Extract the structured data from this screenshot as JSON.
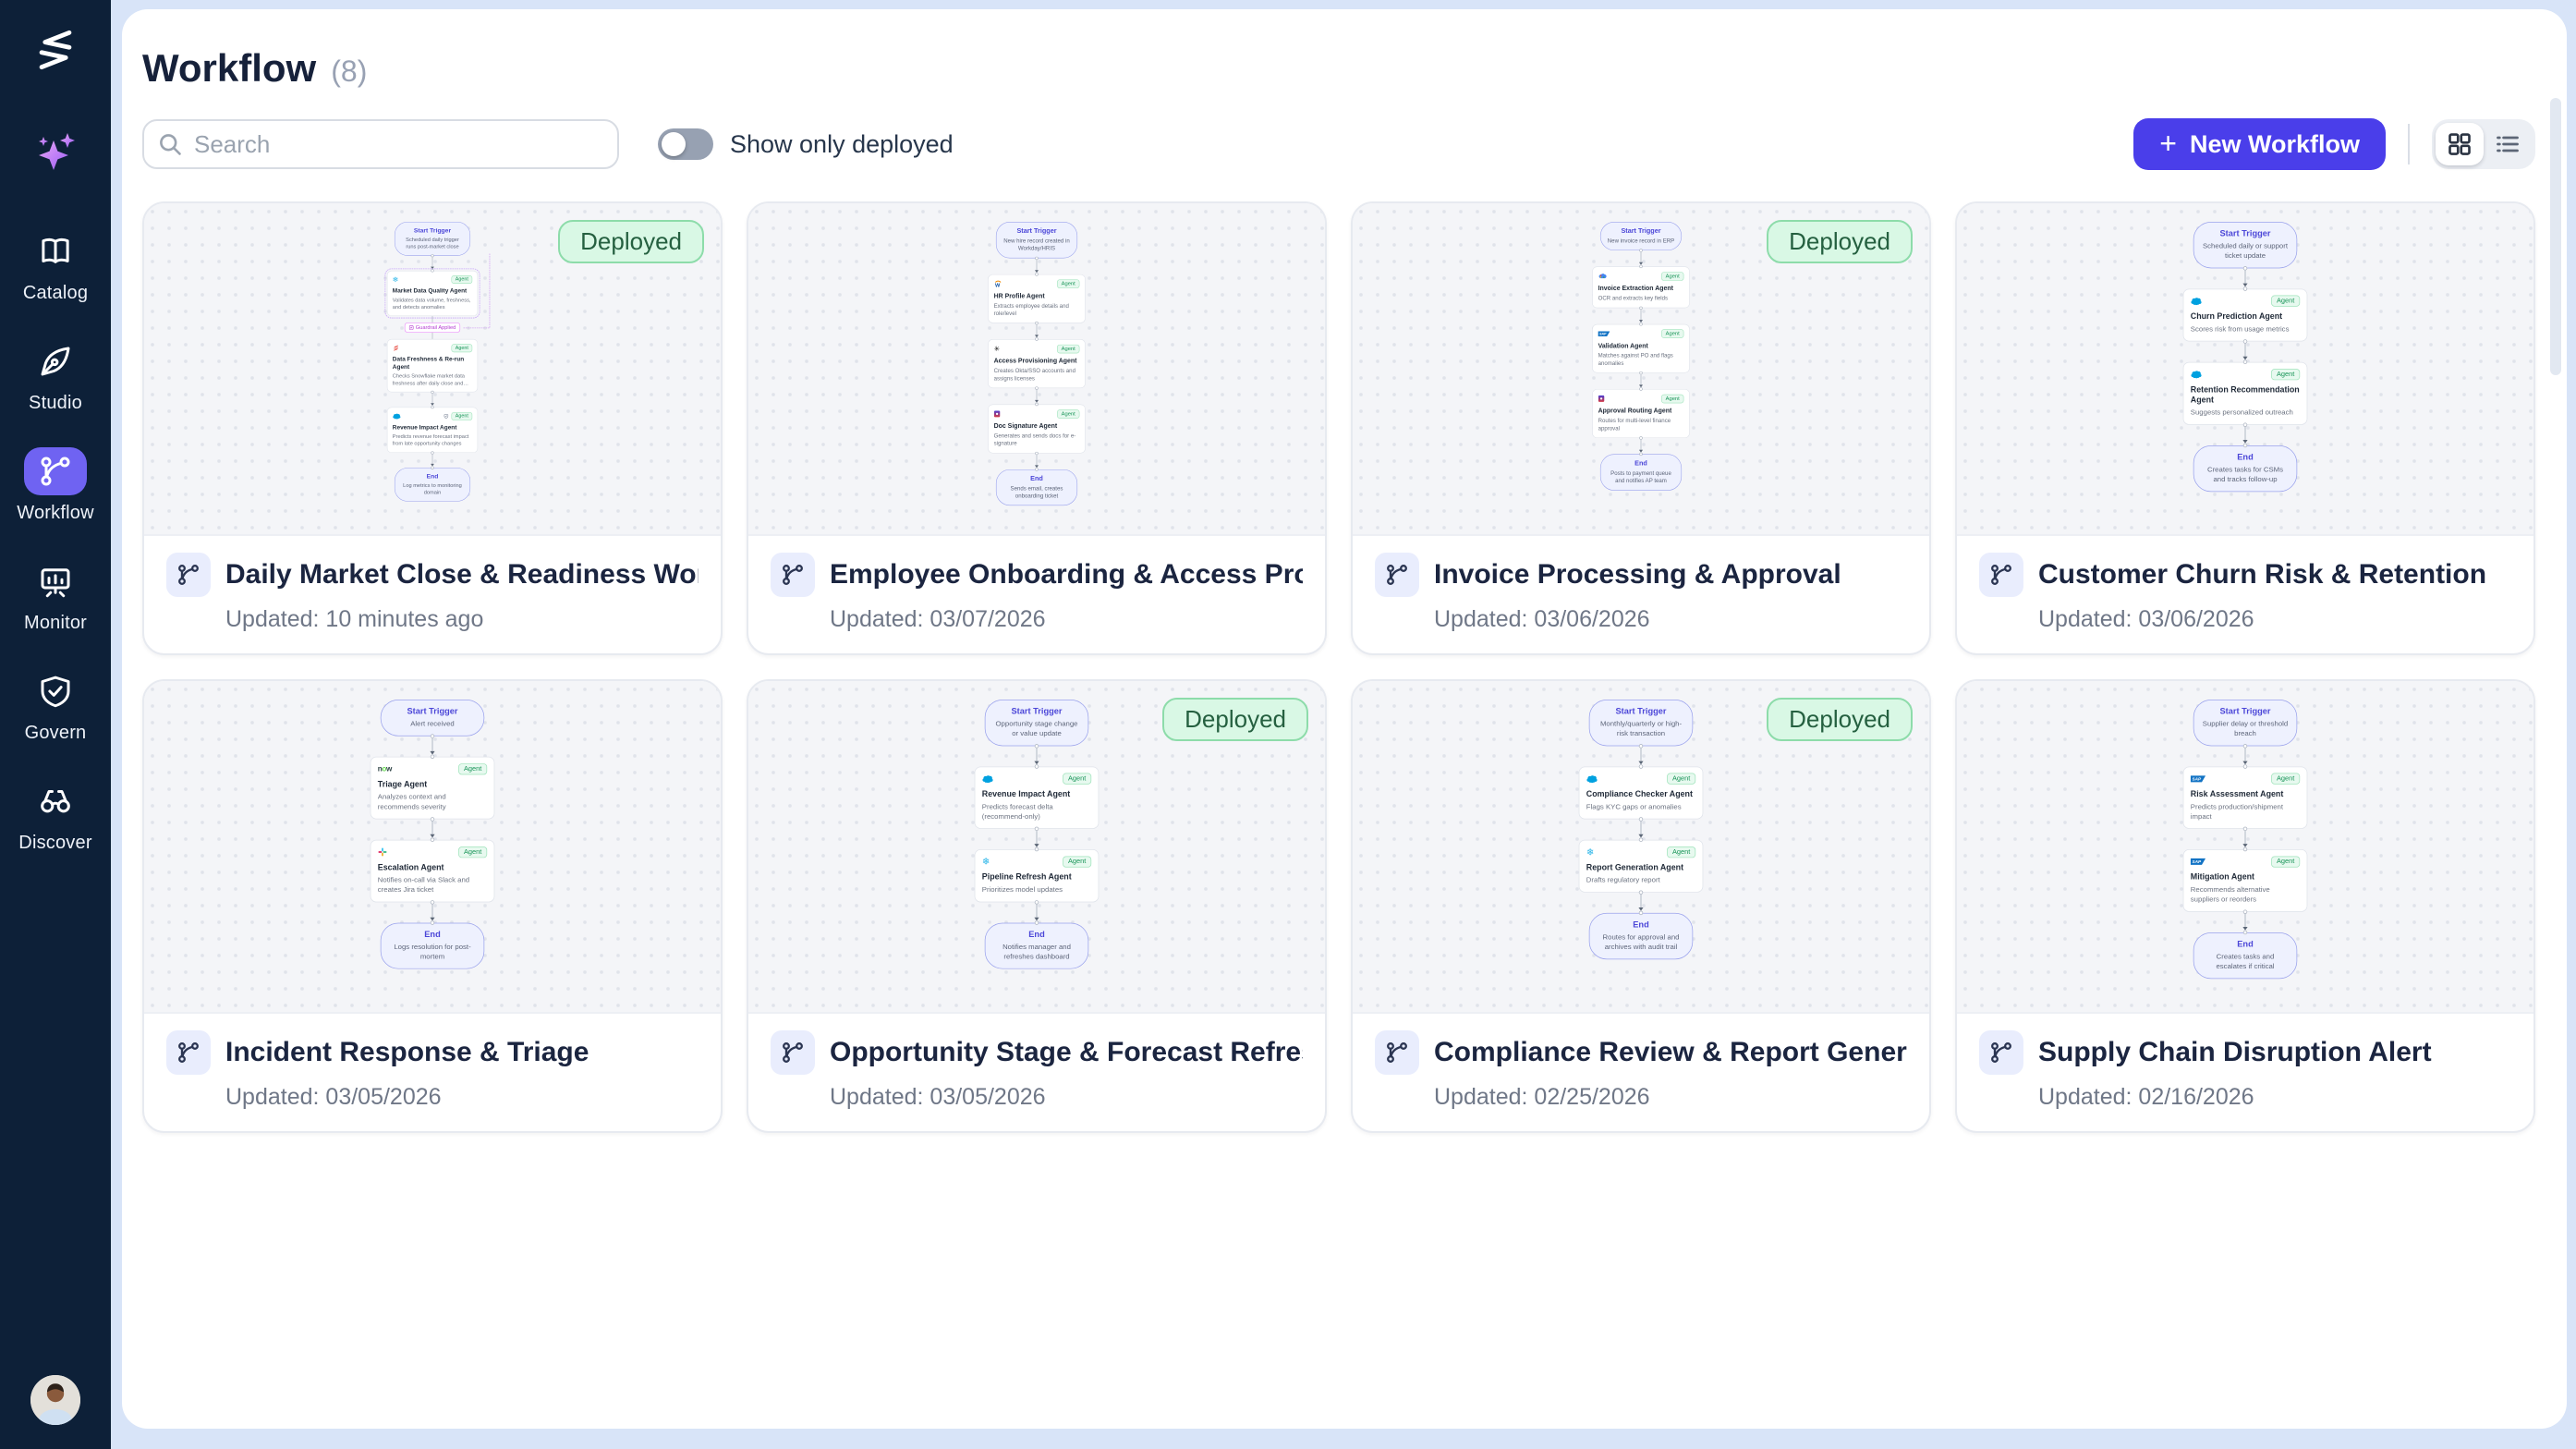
{
  "sidebar": {
    "nav": [
      {
        "id": "catalog",
        "label": "Catalog"
      },
      {
        "id": "studio",
        "label": "Studio"
      },
      {
        "id": "workflow",
        "label": "Workflow"
      },
      {
        "id": "monitor",
        "label": "Monitor"
      },
      {
        "id": "govern",
        "label": "Govern"
      },
      {
        "id": "discover",
        "label": "Discover"
      }
    ],
    "active": "workflow"
  },
  "header": {
    "title": "Workflow",
    "count": "(8)"
  },
  "toolbar": {
    "search_placeholder": "Search",
    "toggle_label": "Show only deployed",
    "toggle_state": "off",
    "new_workflow_label": "New Workflow",
    "view_mode": "grid"
  },
  "badges": {
    "deployed": "Deployed",
    "agent": "Agent",
    "guardrail": "Guardrail Applied"
  },
  "labels": {
    "start_trigger": "Start Trigger",
    "end": "End"
  },
  "colors": {
    "sidebar_bg": "#0d2038",
    "accent": "#4a3eea",
    "active_nav": "#6f63f2",
    "deployed_bg": "#d9f8e5",
    "deployed_text": "#256040",
    "agent_green": "#179457",
    "trigger_purple": "#4b46d8",
    "page_bg": "#d8e4f8",
    "guardrail_pink": "#b43ad1"
  },
  "cards": [
    {
      "title": "Daily Market Close & Readiness Workflow",
      "updated": "Updated: 10 minutes ago",
      "deployed": true,
      "trigger": {
        "title": "Start Trigger",
        "desc": "Scheduled daily trigger runs post-market close"
      },
      "agents": [
        {
          "icon": "snowflake",
          "name": "Market Data Quality Agent",
          "desc": "Validates data volume, freshness, and detects anomalies",
          "guarded": true
        },
        {
          "icon": "applogo",
          "name": "Data Freshness & Re-run Agent",
          "desc": "Checks Snowflake market data freshness after daily close and trigg..."
        },
        {
          "icon": "salesforce",
          "name": "Revenue Impact Agent",
          "desc": "Predicts revenue forecast impact from late opportunity changes",
          "shield": true
        }
      ],
      "guardrail_after": 0,
      "end": {
        "title": "End",
        "desc": "Log metrics to monitoring domain"
      }
    },
    {
      "title": "Employee Onboarding & Access Provisioning",
      "updated": "Updated: 03/07/2026",
      "deployed": false,
      "trigger": {
        "title": "Start Trigger",
        "desc": "New hire record created in Workday/HRIS"
      },
      "agents": [
        {
          "icon": "workday",
          "name": "HR Profile Agent",
          "desc": "Extracts employee details and role/level"
        },
        {
          "icon": "okta",
          "name": "Access Provisioning Agent",
          "desc": "Creates Okta/SSO accounts and assigns licenses"
        },
        {
          "icon": "docsign",
          "name": "Doc Signature Agent",
          "desc": "Generates and sends docs for e-signature"
        }
      ],
      "end": {
        "title": "End",
        "desc": "Sends email, creates onboarding ticket"
      }
    },
    {
      "title": "Invoice Processing & Approval",
      "updated": "Updated: 03/06/2026",
      "deployed": true,
      "trigger": {
        "title": "Start Trigger",
        "desc": "New invoice record in ERP"
      },
      "agents": [
        {
          "icon": "gcloud",
          "name": "Invoice Extraction Agent",
          "desc": "OCR and extracts key fields"
        },
        {
          "icon": "sap",
          "name": "Validation Agent",
          "desc": "Matches against PO and flags anomalies"
        },
        {
          "icon": "docsign",
          "name": "Approval Routing Agent",
          "desc": "Routes for multi-level finance approval"
        }
      ],
      "end": {
        "title": "End",
        "desc": "Posts to payment queue and notifies AP team"
      }
    },
    {
      "title": "Customer Churn Risk & Retention",
      "updated": "Updated: 03/06/2026",
      "deployed": false,
      "trigger": {
        "title": "Start Trigger",
        "desc": "Scheduled daily or support ticket update"
      },
      "agents": [
        {
          "icon": "salesforce",
          "name": "Churn Prediction Agent",
          "desc": "Scores risk from usage metrics"
        },
        {
          "icon": "salesforce",
          "name": "Retention Recommendation Agent",
          "desc": "Suggests personalized outreach"
        }
      ],
      "end": {
        "title": "End",
        "desc": "Creates tasks for CSMs and tracks follow-up"
      }
    },
    {
      "title": "Incident Response & Triage",
      "updated": "Updated: 03/05/2026",
      "deployed": false,
      "trigger": {
        "title": "Start Trigger",
        "desc": "Alert received"
      },
      "agents": [
        {
          "icon": "servicenow",
          "name": "Triage Agent",
          "desc": "Analyzes context and recommends severity"
        },
        {
          "icon": "slack",
          "name": "Escalation Agent",
          "desc": "Notifies on-call via Slack and creates Jira ticket"
        }
      ],
      "end": {
        "title": "End",
        "desc": "Logs resolution for post-mortem"
      }
    },
    {
      "title": "Opportunity Stage & Forecast Refresh",
      "updated": "Updated: 03/05/2026",
      "deployed": true,
      "trigger": {
        "title": "Start Trigger",
        "desc": "Opportunity stage change or value update"
      },
      "agents": [
        {
          "icon": "salesforce",
          "name": "Revenue Impact Agent",
          "desc": "Predicts forecast delta (recommend-only)"
        },
        {
          "icon": "snowflake",
          "name": "Pipeline Refresh Agent",
          "desc": "Prioritizes model updates"
        }
      ],
      "end": {
        "title": "End",
        "desc": "Notifies manager and refreshes dashboard"
      }
    },
    {
      "title": "Compliance Review & Report Generation",
      "updated": "Updated: 02/25/2026",
      "deployed": true,
      "trigger": {
        "title": "Start Trigger",
        "desc": "Monthly/quarterly or high-risk transaction"
      },
      "agents": [
        {
          "icon": "salesforce",
          "name": "Compliance Checker Agent",
          "desc": "Flags KYC gaps or anomalies"
        },
        {
          "icon": "snowflake",
          "name": "Report Generation Agent",
          "desc": "Drafts regulatory report"
        }
      ],
      "end": {
        "title": "End",
        "desc": "Routes for approval and archives with audit trail"
      }
    },
    {
      "title": "Supply Chain Disruption Alert",
      "updated": "Updated: 02/16/2026",
      "deployed": false,
      "trigger": {
        "title": "Start Trigger",
        "desc": "Supplier delay or threshold breach"
      },
      "agents": [
        {
          "icon": "sap",
          "name": "Risk Assessment Agent",
          "desc": "Predicts production/shipment impact"
        },
        {
          "icon": "sap",
          "name": "Mitigation Agent",
          "desc": "Recommends alternative suppliers or reorders"
        }
      ],
      "end": {
        "title": "End",
        "desc": "Creates tasks and escalates if critical"
      }
    }
  ]
}
